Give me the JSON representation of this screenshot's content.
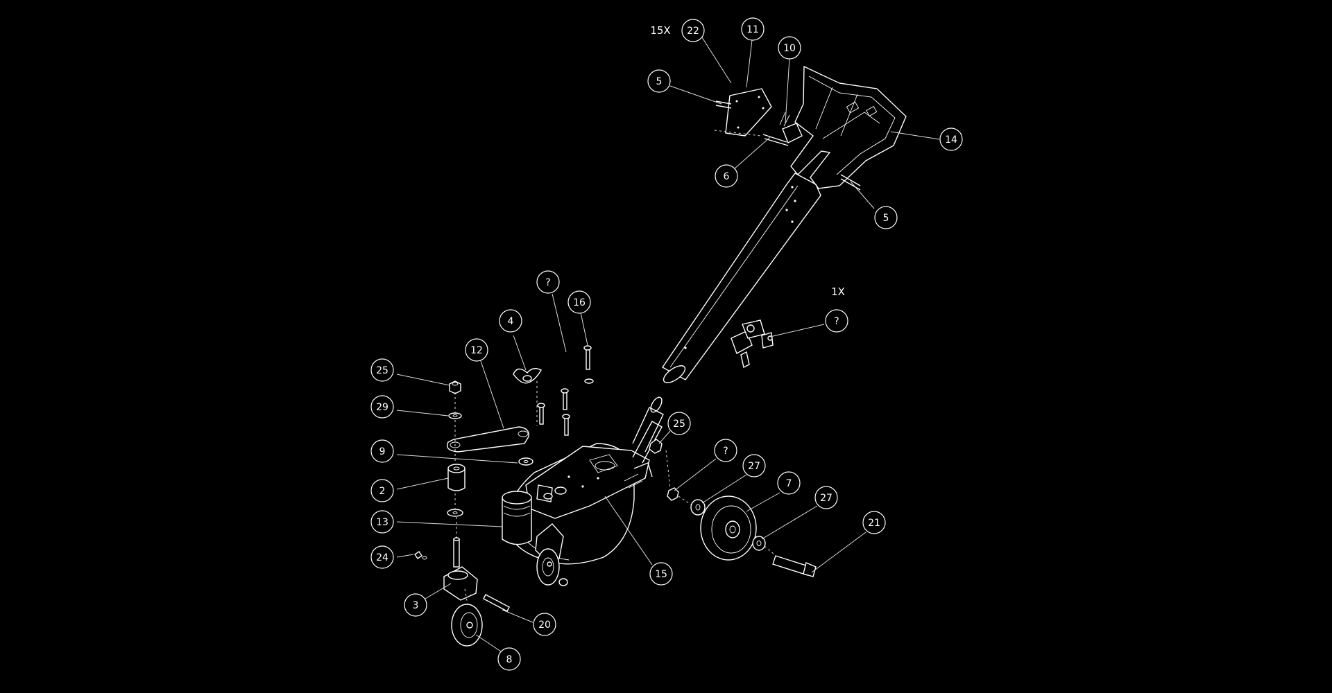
{
  "colors": {
    "background": "#000000",
    "line": "#ffffff"
  },
  "quantity_notes": {
    "handle_screws": "15X",
    "valve": "1X"
  },
  "callouts": {
    "c22": "22",
    "c11": "11",
    "c10": "10",
    "c5_top": "5",
    "c14": "14",
    "c6": "6",
    "c5_right": "5",
    "c_valve": "?",
    "c_screw": "?",
    "c16": "16",
    "c4": "4",
    "c12": "12",
    "c25_left": "25",
    "c29": "29",
    "c9": "9",
    "c2": "2",
    "c13": "13",
    "c24": "24",
    "c3": "3",
    "c8": "8",
    "c20": "20",
    "c15": "15",
    "c25_right": "25",
    "c_nut": "?",
    "c27_top": "27",
    "c7": "7",
    "c27_bottom": "27",
    "c21": "21"
  }
}
